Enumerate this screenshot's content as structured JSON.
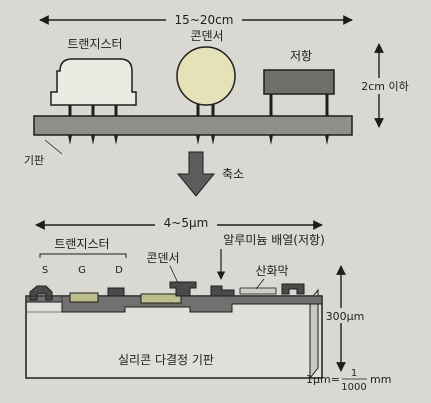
{
  "top": {
    "width_label": "15~20cm",
    "transistor": "트랜지스터",
    "capacitor": "콘덴서",
    "resistor": "저항",
    "height_label": "2cm 이하",
    "substrate": "기판"
  },
  "arrow_label": "축소",
  "bottom": {
    "width_label": "4~5μm",
    "transistor": "트랜지스터",
    "terminal_s": "S",
    "terminal_g": "G",
    "terminal_d": "D",
    "capacitor": "콘덴서",
    "resistor": "알루미늄 배열(저항)",
    "oxide": "산화막",
    "height_label": "300μm",
    "substrate": "실리콘 다결정 기판",
    "unit_lhs": "1μm=",
    "unit_num": "1",
    "unit_den": "1000",
    "unit_suffix": "mm"
  },
  "colors": {
    "background": "#d9d8d3",
    "component_fill": "#ecebe3",
    "capacitor_fill": "#e4e2b6",
    "board_fill": "#8f908c",
    "resistor_fill": "#6e6f6b",
    "layer_fill": "#707070",
    "metal_fill": "#4a4a4a",
    "gate_fill": "#bcbe8c",
    "line": "#1e1e1e"
  }
}
